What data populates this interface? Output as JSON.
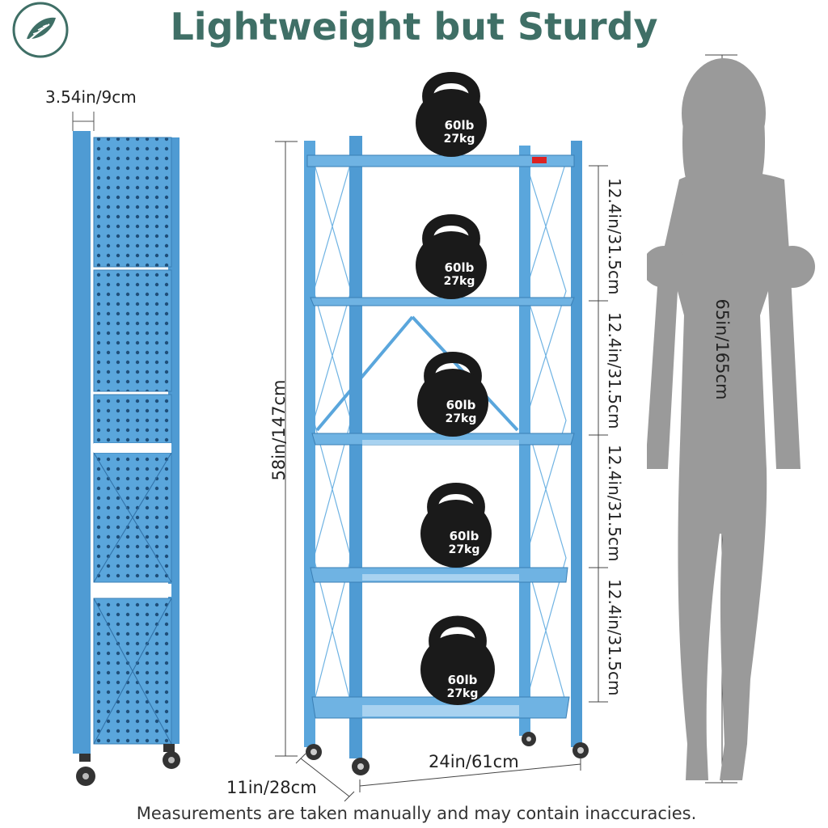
{
  "title": "Lightweight but Sturdy",
  "disclaimer": "Measurements are taken manually and may contain inaccuracies.",
  "logo_icon": "feather-leaf-icon",
  "dimensions": {
    "folded_depth": "3.54in/9cm",
    "total_height": "58in/147cm",
    "shelf_gap_1": "12.4in/31.5cm",
    "shelf_gap_2": "12.4in/31.5cm",
    "shelf_gap_3": "12.4in/31.5cm",
    "shelf_gap_4": "12.4in/31.5cm",
    "width": "24in/61cm",
    "depth": "11in/28cm",
    "person_height": "65in/165cm"
  },
  "kettlebells": [
    {
      "weight_lb": "60lb",
      "weight_kg": "27kg"
    },
    {
      "weight_lb": "60lb",
      "weight_kg": "27kg"
    },
    {
      "weight_lb": "60lb",
      "weight_kg": "27kg"
    },
    {
      "weight_lb": "60lb",
      "weight_kg": "27kg"
    },
    {
      "weight_lb": "60lb",
      "weight_kg": "27kg"
    }
  ],
  "colors": {
    "brand_green": "#3f6f66",
    "rack_blue": "#5aa6dc",
    "kettlebell": "#1a1a1a",
    "silhouette": "#9a9a9a"
  }
}
